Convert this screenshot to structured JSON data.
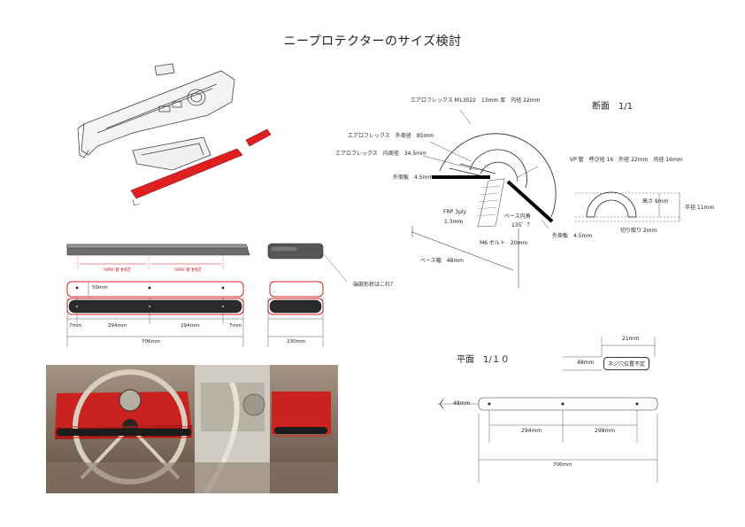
{
  "title": "ニープロテクターのサイズ検討",
  "section": {
    "cross_section": "断面　1/1",
    "plan": "平面　1/１０"
  },
  "cross_labels": {
    "aeroflex_m13022": "エアロフレックス M13022　13mm 厚　内径 22mm",
    "aeroflex_outer": "エアロフレックス　外周径　85mm",
    "aeroflex_inner": "エアロフレックス　内周径　34.5mm",
    "outer_edge": "外周板　4.5mm",
    "frp": "FRP 3ply",
    "frp_thk": "1.3mm",
    "base_angle": "ベース内角",
    "base_angle_val": "135゜？",
    "m6_bolt": "M6 ボルト　20mm",
    "outer_edge2": "外周板　4.5mm",
    "base_width": "ベース幅　48mm",
    "vp_pipe": "VP 管　呼び径 16　外径 22mm　内径 16mm",
    "height": "高さ 9mm",
    "radius": "半径 11mm",
    "cutoff": "切り取り 2mm"
  },
  "left_labels": {
    "dim_red_1": "294.8 mm",
    "dim_red_2": "294.8 mm",
    "small_dim": "50mm",
    "d7a": "7mm",
    "d294a": "294mm",
    "d294b": "294mm",
    "d7b": "7mm",
    "total": "706mm",
    "end_note": "端部形状はこれ？",
    "end_total": "230mm"
  },
  "plan_labels": {
    "w21": "21mm",
    "h48a": "48mm",
    "bolt_note": "ネジ穴位置不定",
    "h48b": "48mm",
    "d294": "294mm",
    "d298": "298mm",
    "total": "706mm"
  }
}
